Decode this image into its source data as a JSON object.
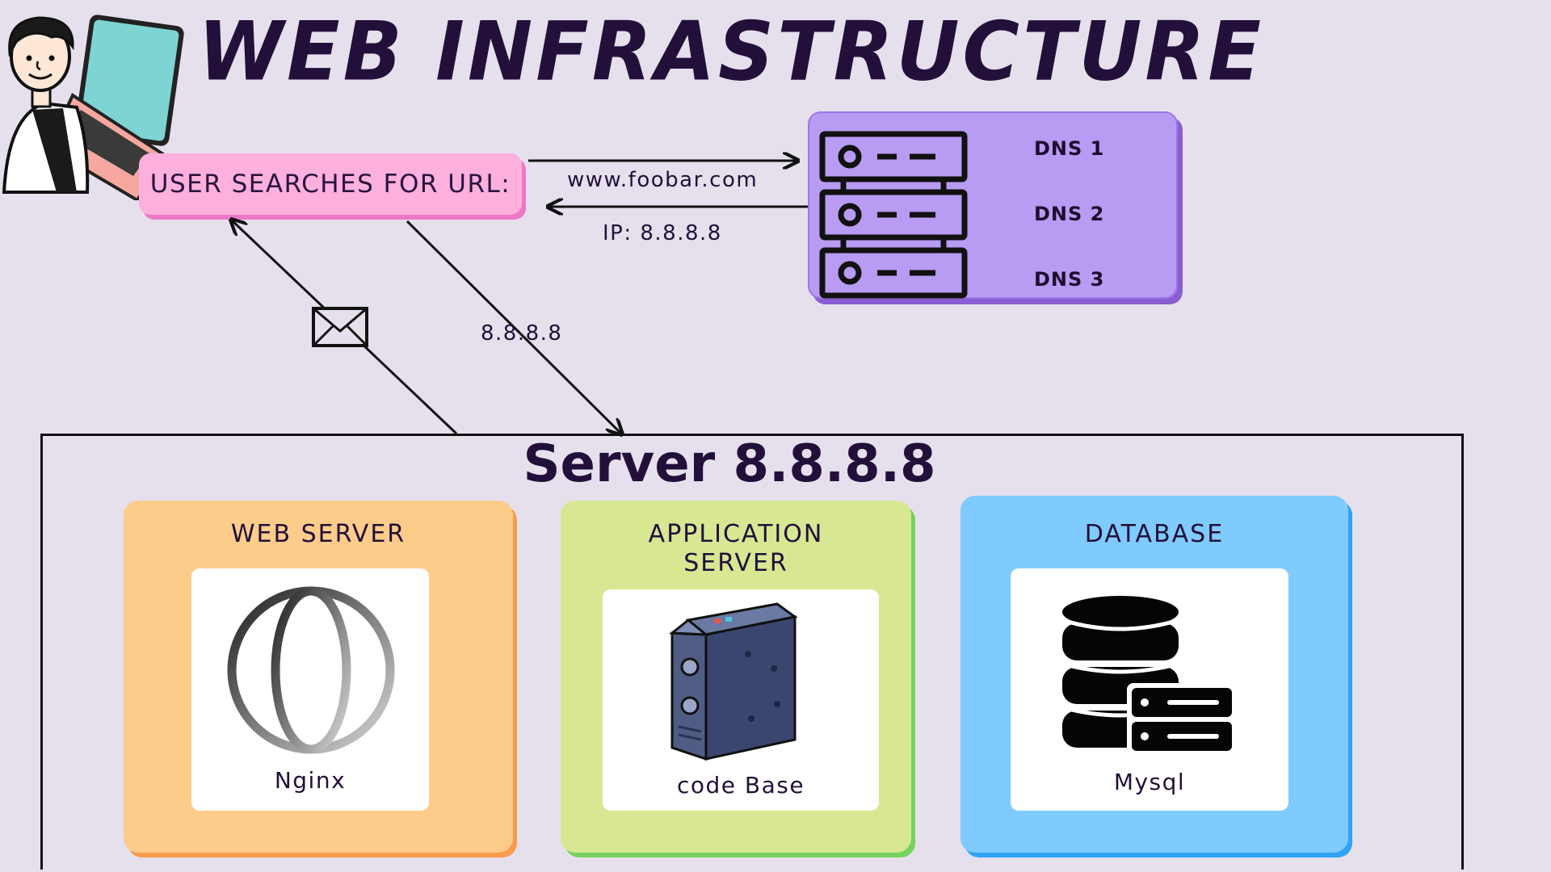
{
  "title": "WEB INFRASTRUCTURE",
  "user": {
    "pill_text": "USER SEARCHES FOR URL:"
  },
  "flows": {
    "request_label": "www.foobar.com",
    "response_label": "IP: 8.8.8.8",
    "server_request_label": "8.8.8.8"
  },
  "dns": {
    "entries": [
      "DNS 1",
      "DNS 2",
      "DNS 3"
    ]
  },
  "server": {
    "title": "Server 8.8.8.8",
    "components": [
      {
        "title": "WEB SERVER",
        "label": "Nginx",
        "icon": "globe-icon"
      },
      {
        "title_line1": "APPLICATION",
        "title_line2": "SERVER",
        "label": "code Base",
        "icon": "computer-tower-icon"
      },
      {
        "title": "DATABASE",
        "label": "Mysql",
        "icon": "database-icon"
      }
    ]
  },
  "colors": {
    "background": "#e6e0ed",
    "pill": "#fdb0dd",
    "dns": "#b89bf3",
    "web_server": "#fdcc8b",
    "app_server": "#d7e792",
    "database": "#7fcbfd"
  }
}
